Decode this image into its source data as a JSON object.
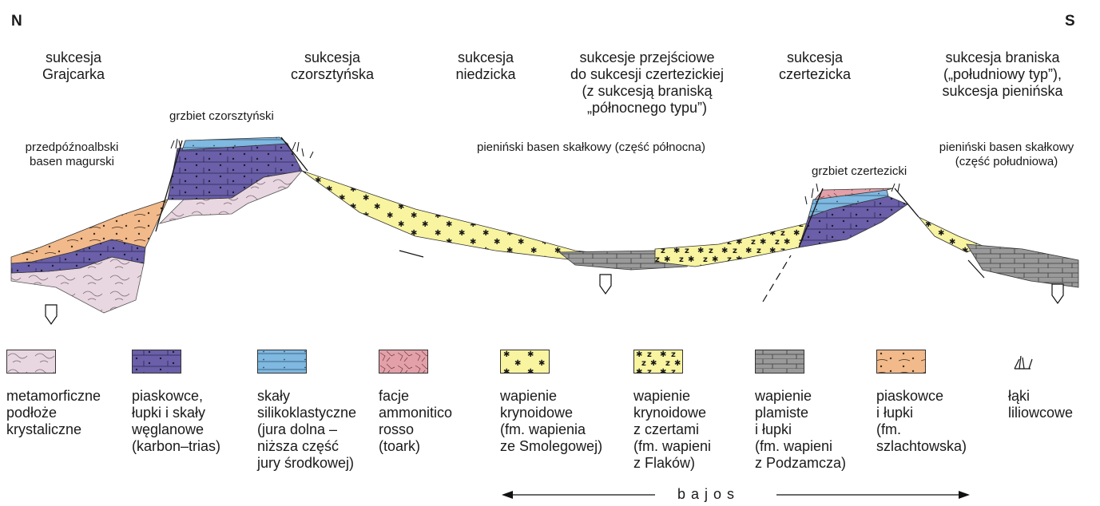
{
  "compass": {
    "north": "N",
    "south": "S"
  },
  "successions": [
    {
      "id": "grajcarka",
      "label": "sukcesja\nGrajcarka"
    },
    {
      "id": "czorsztynska",
      "label": "sukcesja\nczorsztyńska"
    },
    {
      "id": "niedzicka",
      "label": "sukcesja\nniedzicka"
    },
    {
      "id": "przejsciowe",
      "label": "sukcesje przejściowe\ndo sukcesji czertezickiej\n(z sukcesją braniską\n„północnego typu”)"
    },
    {
      "id": "czertezicka",
      "label": "sukcesja\nczertezicka"
    },
    {
      "id": "braniska",
      "label": "sukcesja braniska\n(„południowy typ”),\nsukcesja pienińska"
    }
  ],
  "basins": {
    "magura": "przedpóźnoalbski\nbasen magurski",
    "pieniny_north": "pieniński basen skałkowy (część północna)",
    "pieniny_south": "pieniński basen skałkowy\n(część południowa)"
  },
  "ridges": {
    "czorsztyn": "grzbiet czorsztyński",
    "czertezik": "grzbiet czertezicki"
  },
  "legend": [
    {
      "id": "metamorphic",
      "label": "metamorficzne\npodłoże\nkrystaliczne",
      "color": "#e8d6e0"
    },
    {
      "id": "sandstones_carbonates",
      "label": "piaskowce,\nłupki i skały\nwęglanowe\n(karbon–trias)",
      "color": "#6a5fa8"
    },
    {
      "id": "siliciclastic",
      "label": "skały\nsilikoklastyczne\n(jura dolna –\nniższa część\njury środkowej)",
      "color": "#7fb8e0"
    },
    {
      "id": "ammonitico",
      "label": "facje\nammonitico\nrosso\n(toark)",
      "color": "#e3a0a8"
    },
    {
      "id": "crinoid",
      "label": "wapienie\nkrynoidowe\n(fm. wapienia\nze Smolegowej)",
      "color": "#f8f4a0"
    },
    {
      "id": "crinoid_chert",
      "label": "wapienie\nkrynoidowe\nz czertami\n(fm. wapieni\nz Flaków)",
      "color": "#f8f4a0"
    },
    {
      "id": "spotted",
      "label": "wapienie\nplamiste\ni łupki\n(fm. wapieni\nz Podzamcza)",
      "color": "#9a9a9a"
    },
    {
      "id": "sandstone_shale",
      "label": "piaskowce\ni łupki\n(fm.\nszlachtowska)",
      "color": "#f2b98a"
    },
    {
      "id": "crinoid_meadows",
      "label": "łąki\nliliowcowe",
      "color": "#333333"
    }
  ],
  "stage": "bajos"
}
